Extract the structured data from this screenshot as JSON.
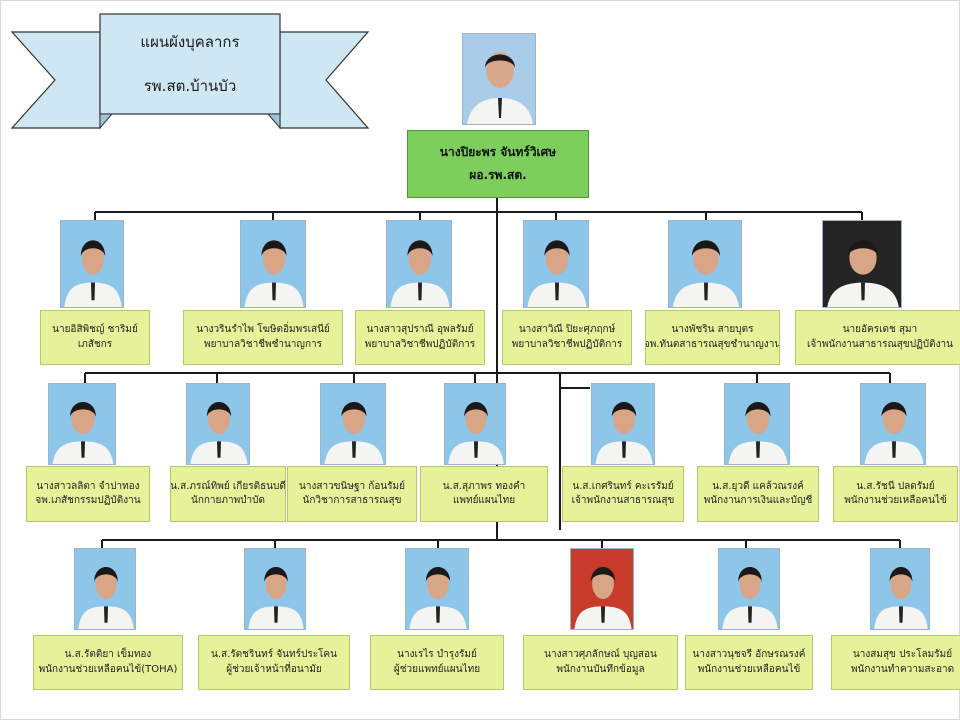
{
  "banner": {
    "line1": "แผนผังบุคลากร",
    "line2": "รพ.สต.บ้านบัว"
  },
  "colors": {
    "box": "#e6f29a",
    "head_box": "#7ccf5c",
    "banner": "#cfe6f3",
    "line": "#1a1a1a"
  },
  "director": {
    "name": "นางปิยะพร จันทร์วิเศษ",
    "role": "ผอ.รพ.สต."
  },
  "row1": [
    {
      "name": "นายอิสิพิชญ์ ชาริมย์",
      "role": "เภสัชกร",
      "photo": "blue"
    },
    {
      "name": "นางวรินรำไพ โฆษิตอิ่มพรเสนีย์",
      "role": "พยาบาลวิชาชีพชำนาญการ",
      "photo": "blue"
    },
    {
      "name": "นางสาวสุปราณี อุพลรัมย์",
      "role": "พยาบาลวิชาชีพปฏิบัติการ",
      "photo": "blue"
    },
    {
      "name": "นางสาวิณี ปิยะศุภฤกษ์",
      "role": "พยาบาลวิชาชีพปฏิบัติการ",
      "photo": "blue"
    },
    {
      "name": "นางพัชริน สายบุตร",
      "role": "จพ.ทันตสาธารณสุขชำนาญงาน",
      "photo": "blue"
    },
    {
      "name": "นายอัครเดช สุมา",
      "role": "เจ้าพนักงานสาธารณสุขปฏิบัติงาน",
      "photo": "dark"
    }
  ],
  "row2": [
    {
      "name": "นางสาวลลิตา จำปาทอง",
      "role": "จพ.เภสัชกรรมปฏิบัติงาน",
      "photo": "blue"
    },
    {
      "name": "น.ส.ภรณ์ทิพย์ เกียรติธนบดี",
      "role": "นักกายภาพบำบัด",
      "photo": "blue"
    },
    {
      "name": "นางสาวขนิษฐา ก้อนรัมย์",
      "role": "นักวิชาการสาธารณสุข",
      "photo": "blue"
    },
    {
      "name": "น.ส.สุภาพร ทองคำ",
      "role": "แพทย์แผนไทย",
      "photo": "blue"
    },
    {
      "name": "น.ส.เกศรินทร์ คะเรรัมย์",
      "role": "เจ้าพนักงานสาธารณสุข",
      "photo": "blue"
    },
    {
      "name": "น.ส.ยุวดี แคล้วณรงค์",
      "role": "พนักงานการเงินและบัญชี",
      "photo": "blue"
    },
    {
      "name": "น.ส.รัชนี ปลดรัมย์",
      "role": "พนักงานช่วยเหลือคนไข้",
      "photo": "blue"
    }
  ],
  "row3": [
    {
      "name": "น.ส.รัตติยา เข็มทอง",
      "role": "พนักงานช่วยเหลือคนไข้(TOHA)",
      "photo": "blue"
    },
    {
      "name": "น.ส.รัตชรินทร์ จันทร์ประโคน",
      "role": "ผู้ช่วยเจ้าหน้าที่อนามัย",
      "photo": "blue"
    },
    {
      "name": "นางเรไร บำรุงรัมย์",
      "role": "ผู้ช่วยแพทย์แผนไทย",
      "photo": "blue"
    },
    {
      "name": "นางสาวศุภลักษณ์ บุญสอน",
      "role": "พนักงานบันทึกข้อมูล",
      "photo": "red"
    },
    {
      "name": "นางสาวนุชจรี อักษรณรงค์",
      "role": "พนักงานช่วยเหลือคนไข้",
      "photo": "blue"
    },
    {
      "name": "นางสมสุข ประโลมรัมย์",
      "role": "พนักงานทำความสะอาด",
      "photo": "blue"
    }
  ]
}
